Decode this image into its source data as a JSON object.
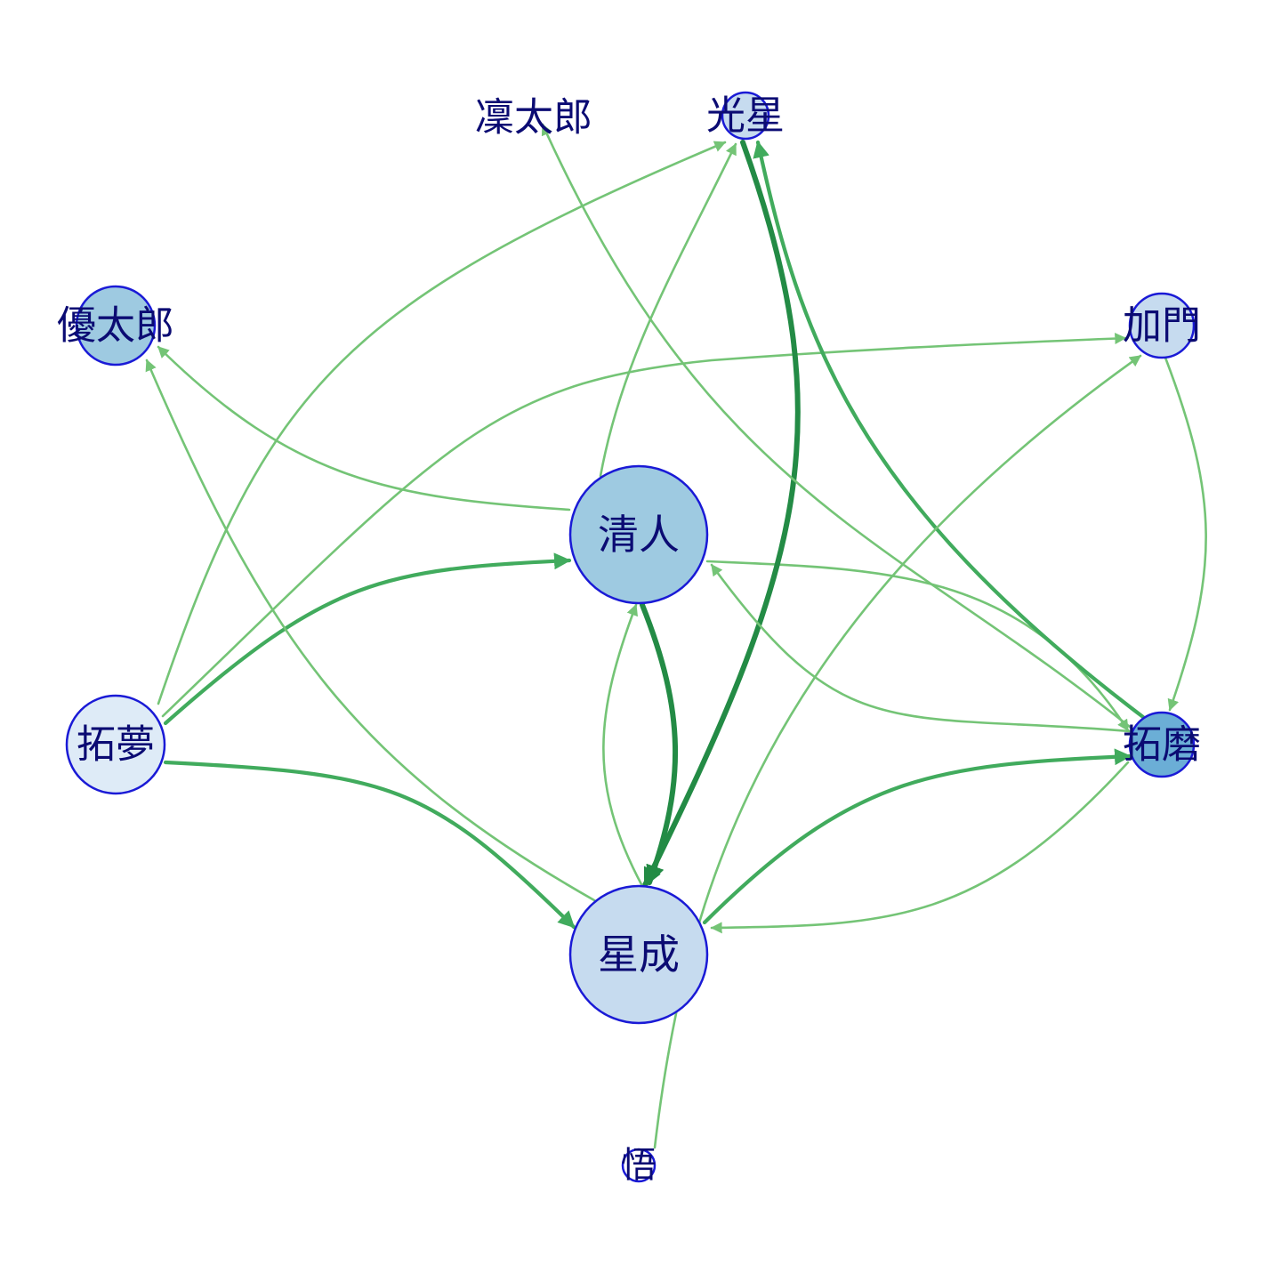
{
  "colors": {
    "background": "#ffffff",
    "node_stroke": "#1a1ad6",
    "label": "#0b0b73",
    "edge_light": "#74c476",
    "edge_mid": "#41ab5d",
    "edge_dark": "#238b45"
  },
  "nodes": [
    {
      "id": "rintaro",
      "label": "凜太郎",
      "fill": "none"
    },
    {
      "id": "kosei",
      "label": "光星",
      "fill": "#c6dbef"
    },
    {
      "id": "yutaro",
      "label": "優太郎",
      "fill": "#9ecae1"
    },
    {
      "id": "kamon",
      "label": "加門",
      "fill": "#c6dbef"
    },
    {
      "id": "kiyoto",
      "label": "清人",
      "fill": "#9ecae1"
    },
    {
      "id": "takumu",
      "label": "拓夢",
      "fill": "#deebf7"
    },
    {
      "id": "takuma",
      "label": "拓磨",
      "fill": "#6baed6"
    },
    {
      "id": "seinari",
      "label": "星成",
      "fill": "#c6dbef"
    },
    {
      "id": "satoru",
      "label": "悟",
      "fill": "none"
    }
  ],
  "edges": [
    {
      "from": "takumu",
      "to": "kosei",
      "weight": 1
    },
    {
      "from": "takumu",
      "to": "kiyoto",
      "weight": 2
    },
    {
      "from": "takumu",
      "to": "seinari",
      "weight": 2
    },
    {
      "from": "takumu",
      "to": "kamon",
      "weight": 1
    },
    {
      "from": "kiyoto",
      "to": "yutaro",
      "weight": 1
    },
    {
      "from": "kiyoto",
      "to": "kosei",
      "weight": 1
    },
    {
      "from": "kiyoto",
      "to": "seinari",
      "weight": 3
    },
    {
      "from": "kiyoto",
      "to": "takuma",
      "weight": 1
    },
    {
      "from": "kosei",
      "to": "seinari",
      "weight": 3
    },
    {
      "from": "takuma",
      "to": "kosei",
      "weight": 2
    },
    {
      "from": "takuma",
      "to": "kiyoto",
      "weight": 1
    },
    {
      "from": "takuma",
      "to": "rintaro",
      "weight": 1
    },
    {
      "from": "takuma",
      "to": "seinari",
      "weight": 1
    },
    {
      "from": "seinari",
      "to": "takuma",
      "weight": 2
    },
    {
      "from": "seinari",
      "to": "yutaro",
      "weight": 1
    },
    {
      "from": "seinari",
      "to": "kiyoto",
      "weight": 1
    },
    {
      "from": "kamon",
      "to": "takuma",
      "weight": 1
    },
    {
      "from": "satoru",
      "to": "kamon",
      "weight": 1
    }
  ]
}
